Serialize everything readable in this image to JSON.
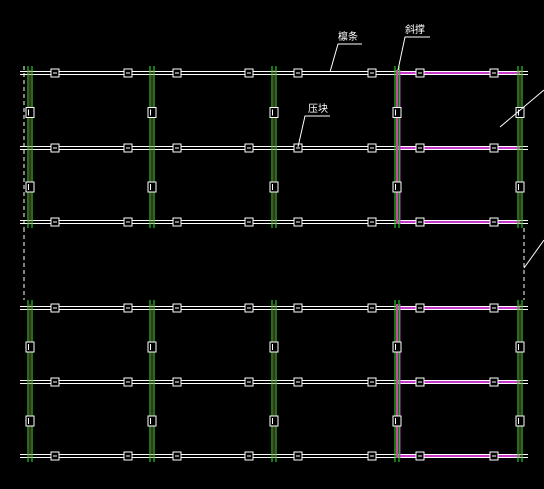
{
  "drawing": {
    "background": "#000000",
    "colors": {
      "purlin": "#ffffff",
      "column": "#22c422",
      "column_accent": "#cc6666",
      "brace": "#c838c8",
      "leader": "#ffffff",
      "dashed_edge": "#ffffff"
    },
    "labels": {
      "purlin": "檩条",
      "brace": "斜撑",
      "strut": "压块"
    },
    "node_marker": "品",
    "column_marker": "P",
    "block_a_purlin_count": 3,
    "block_b_purlin_count": 3,
    "bay_count": 4
  }
}
